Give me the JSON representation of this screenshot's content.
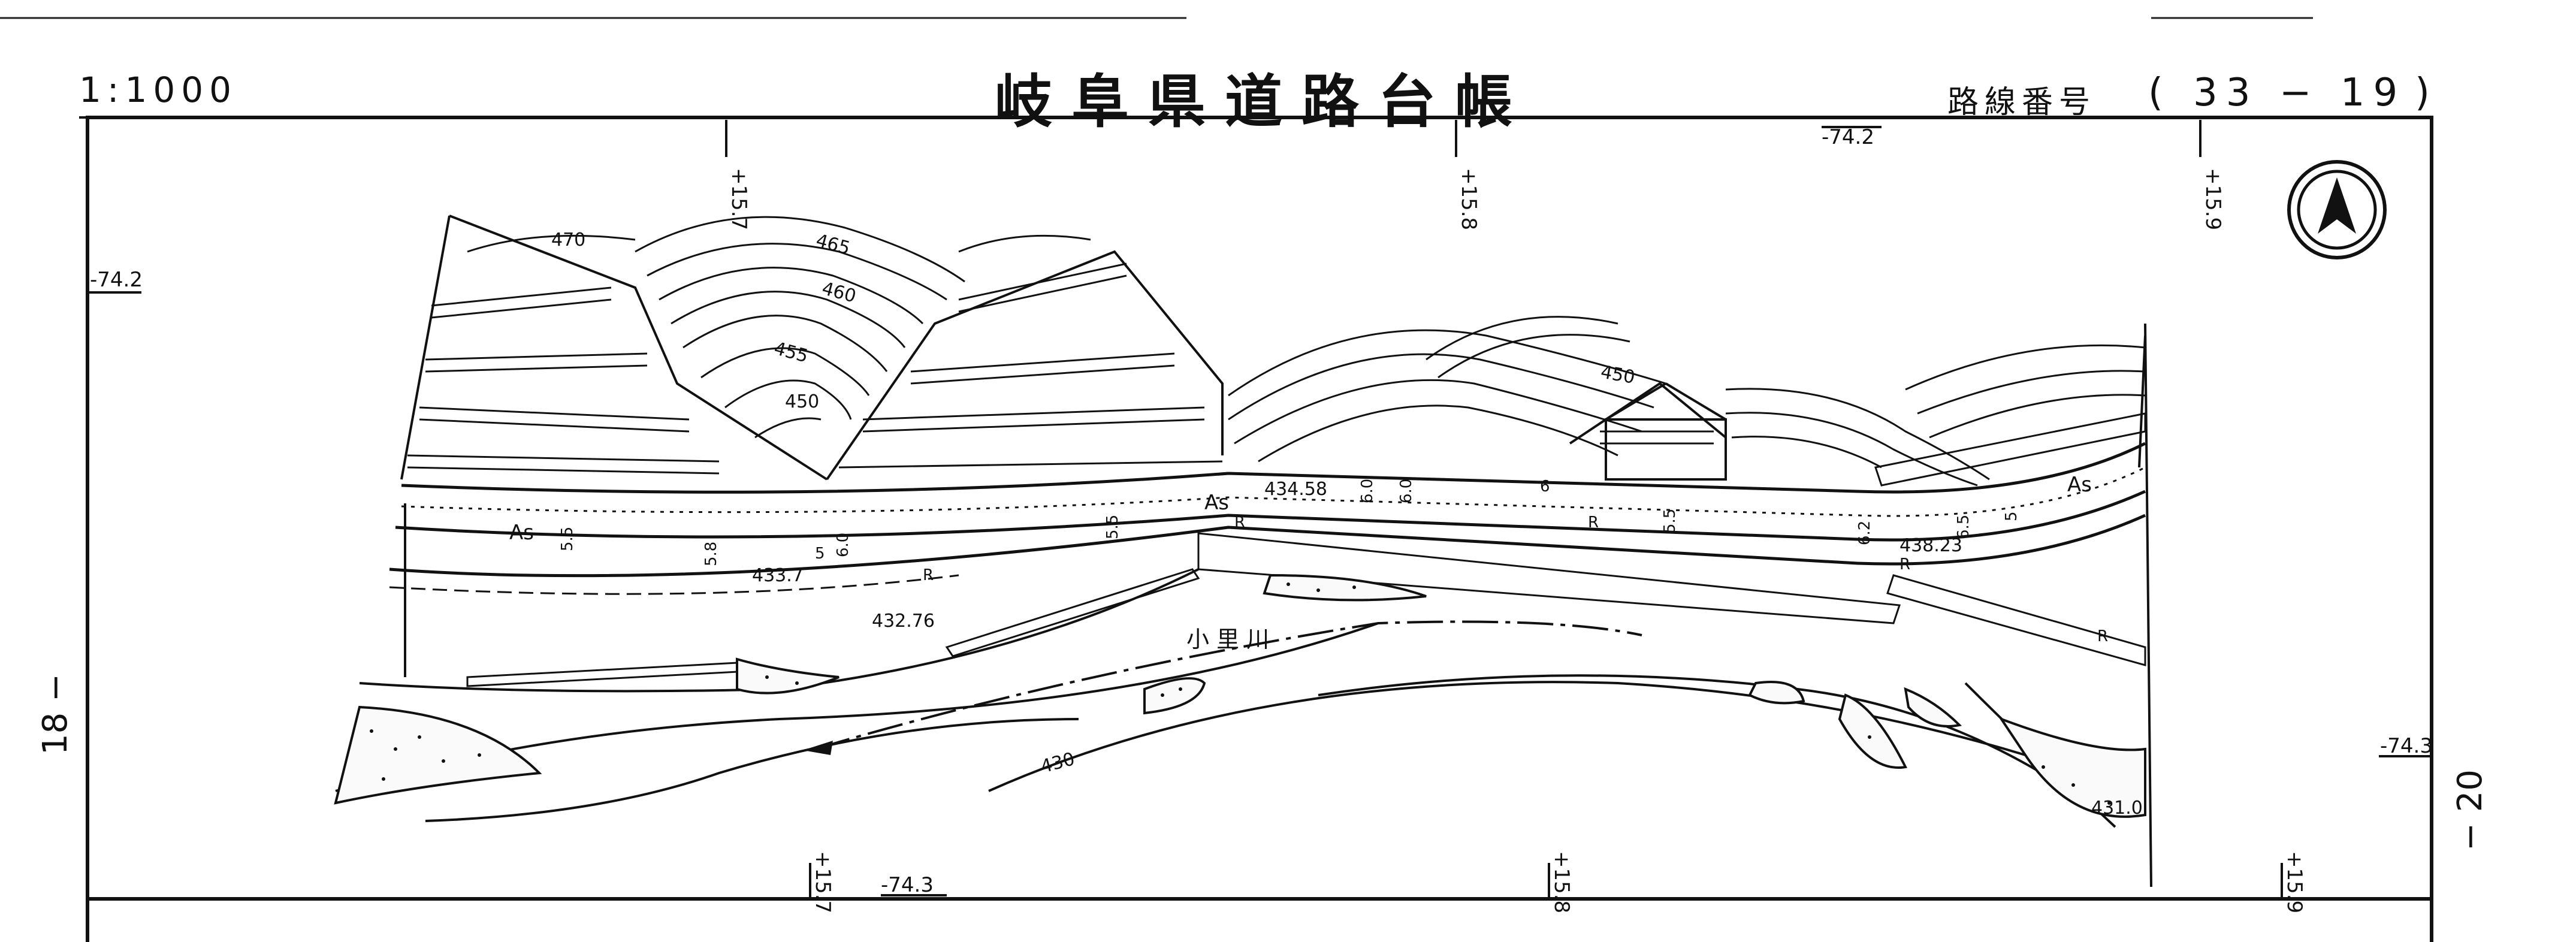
{
  "header": {
    "scale": "1:1000",
    "title": "岐阜県道路台帳",
    "route_label": "路線番号",
    "route_paren_open": "(",
    "route_number": "33 − 19",
    "route_paren_close": ")"
  },
  "adjacent_sheets": {
    "left": "18 −",
    "right": "− 20"
  },
  "grid_labels": {
    "top": [
      "+15.7",
      "+15.8",
      "+15.9"
    ],
    "bottom": [
      "+15.7",
      "+15.8",
      "+15.9"
    ],
    "left": "-74.2",
    "top_right": "-74.2",
    "right": "-74.3",
    "bottom_center": "-74.3"
  },
  "contours": [
    "470",
    "465",
    "460",
    "455",
    "450",
    "450",
    "430"
  ],
  "elevations": [
    "434.58",
    "433.7",
    "432.76",
    "438.23",
    "431.0"
  ],
  "road": {
    "surface_labels": [
      "As",
      "As",
      "As"
    ],
    "widths": [
      "5.5",
      "5.8",
      "5",
      "6.0",
      "5.5",
      "6.0",
      "6.0",
      "6",
      "5.5",
      "6.2",
      "6.5",
      "5"
    ],
    "marks": [
      "R",
      "R",
      "R",
      "R",
      "R"
    ]
  },
  "river_name": "小 里 川",
  "north_icon": "north-arrow-icon"
}
